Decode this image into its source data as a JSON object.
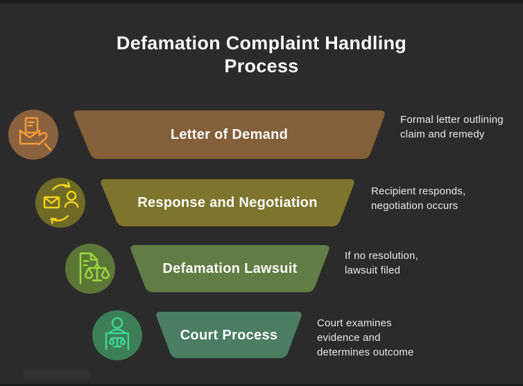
{
  "page": {
    "background_color": "#2b2b2b",
    "edge_strip_color": "#1c1d1d"
  },
  "title": "Defamation Complaint Handling Process",
  "steps": [
    {
      "label": "Letter of Demand",
      "description": "Formal letter outlining claim and remedy",
      "icon": "letter-in-hand-icon",
      "colors": {
        "shape": "#836039",
        "circle": "#8a6240",
        "icon": "#f79d38"
      }
    },
    {
      "label": "Response and Negotiation",
      "description": "Recipient responds, negotiation occurs",
      "icon": "message-exchange-icon",
      "colors": {
        "shape": "#7d752e",
        "circle": "#6f6b26",
        "icon": "#f2d519"
      }
    },
    {
      "label": "Defamation Lawsuit",
      "description": "If no resolution, lawsuit filed",
      "icon": "legal-document-scales-icon",
      "colors": {
        "shape": "#617c44",
        "circle": "#5c7638",
        "icon": "#97da3d"
      }
    },
    {
      "label": "Court Process",
      "description": "Court examines evidence and determines outcome",
      "icon": "judge-bench-scales-icon",
      "colors": {
        "shape": "#4a7d61",
        "circle": "#3d7d58",
        "icon": "#3fd595"
      }
    }
  ]
}
